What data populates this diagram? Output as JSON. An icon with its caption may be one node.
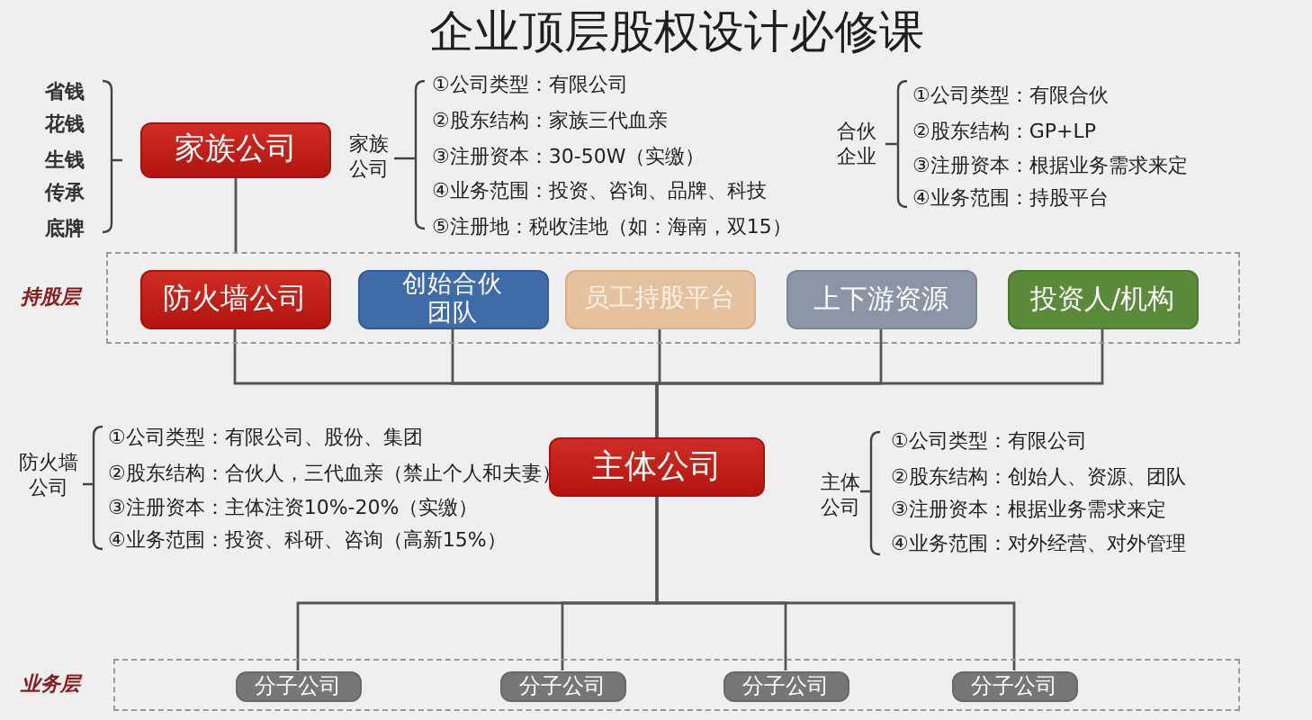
{
  "diagram": {
    "title": "企业顶层股权设计必修课",
    "nodes": [
      {
        "text": [
          "家族公司"
        ],
        "beside": [
          "省钱",
          "花钱",
          "生钱",
          "传承",
          "底牌"
        ]
      },
      {
        "text": [
          "持股层"
        ]
      },
      {
        "text": [
          "防火墙公司"
        ],
        "in": 1
      },
      {
        "text": [
          "创始合伙团队"
        ],
        "in": 1
      },
      {
        "text": [
          "员工持股平台"
        ],
        "in": 1
      },
      {
        "text": [
          "上下游资源"
        ],
        "in": 1
      },
      {
        "text": [
          "投资人/机构"
        ],
        "in": 1
      },
      {
        "text": [
          "主体公司"
        ]
      },
      {
        "text": [
          "业务层"
        ]
      },
      {
        "text": [
          "分子公司"
        ],
        "in": 8
      },
      {
        "text": [
          "分子公司"
        ],
        "in": 8
      },
      {
        "text": [
          "分子公司"
        ],
        "in": 8
      },
      {
        "text": [
          "分子公司"
        ],
        "in": 8
      }
    ],
    "edges": [
      {
        "from": 0,
        "to": 1,
        "arrow": "none"
      },
      {
        "from": 2,
        "to": 7,
        "arrow": "none"
      },
      {
        "from": 3,
        "to": 7,
        "arrow": "none"
      },
      {
        "from": 4,
        "to": 7,
        "arrow": "none"
      },
      {
        "from": 5,
        "to": 7,
        "arrow": "none"
      },
      {
        "from": 6,
        "to": 7,
        "arrow": "none"
      },
      {
        "from": 7,
        "to": 9,
        "arrow": "none"
      },
      {
        "from": 7,
        "to": 10,
        "arrow": "none"
      },
      {
        "from": 7,
        "to": 11,
        "arrow": "none"
      },
      {
        "from": 7,
        "to": 12,
        "arrow": "none"
      }
    ],
    "labels": [
      "家族公司",
      "①公司类型：有限公司",
      "②股东结构：家族三代血亲",
      "③注册资本：30-50W（实缴）",
      "④业务范围：投资、咨询、品牌、科技",
      "⑤注册地：税收洼地（如：海南，双15）",
      "合伙企业",
      "①公司类型：有限合伙",
      "②股东结构：GP+LP",
      "③注册资本：根据业务需求来定",
      "④业务范围：持股平台",
      "防火墙公司",
      "①公司类型：有限公司、股份、集团",
      "②股东结构：合伙人，三代血亲（禁止个人和夫妻）",
      "③注册资本：主体注资10%-20%（实缴）",
      "④业务范围：投资、科研、咨询（高新15%）",
      "主体公司",
      "①公司类型：有限公司",
      "②股东结构：创始人、资源、团队",
      "③注册资本：根据业务需求来定",
      "④业务范围：对外经营、对外管理"
    ]
  }
}
